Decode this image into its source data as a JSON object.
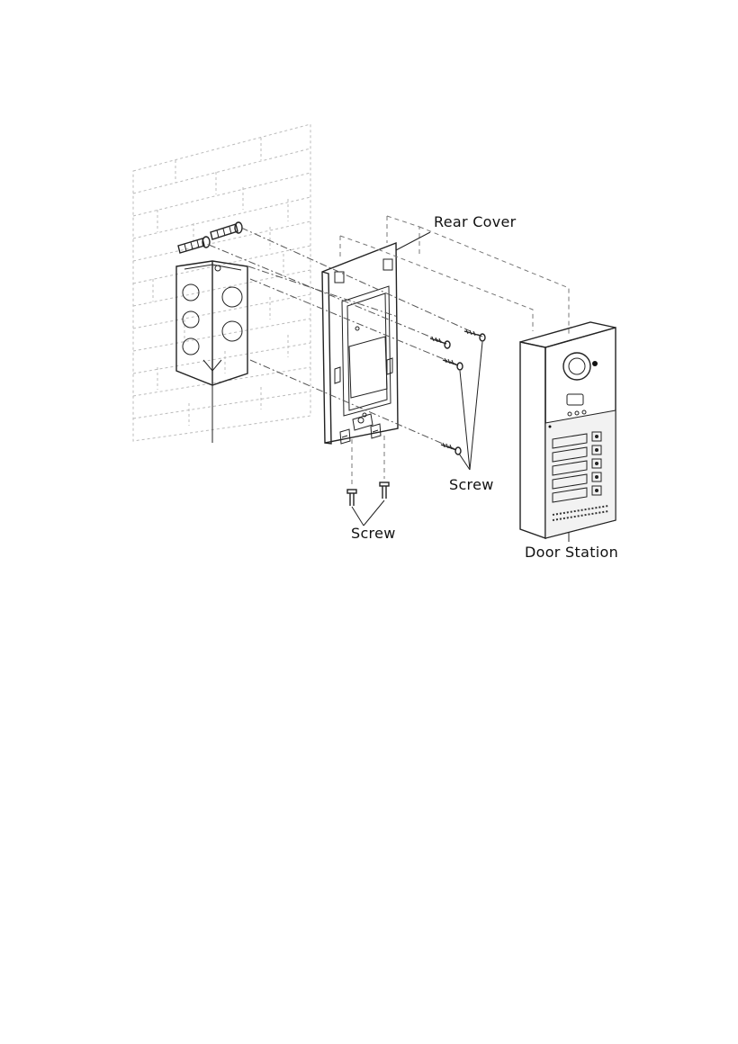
{
  "labels": {
    "rear_cover": "Rear Cover",
    "screw_right": "Screw",
    "screw_bottom": "Screw",
    "door_station": "Door Station"
  },
  "colors": {
    "line": "#222222",
    "wall": "#bbbbbb",
    "panel_lower": "#f2f2f2"
  }
}
